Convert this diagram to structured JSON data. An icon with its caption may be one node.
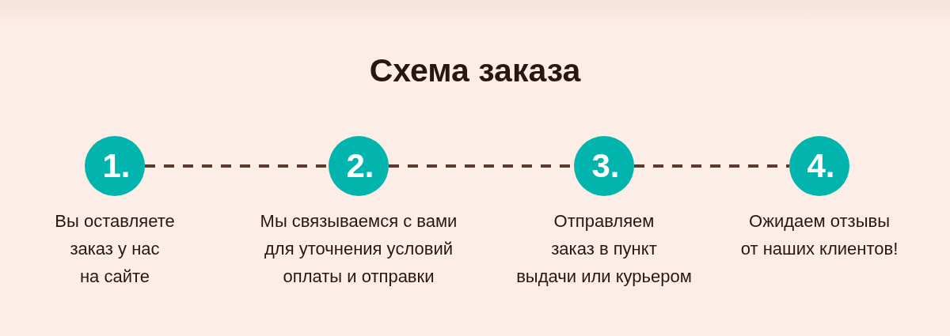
{
  "diagram": {
    "title": "Схема заказа",
    "nodes": [
      {
        "text": [
          "1."
        ],
        "beside": [
          "Вы оставляете заказ у нас на сайте"
        ]
      },
      {
        "text": [
          "2."
        ],
        "beside": [
          "Мы связываемся с вами для уточнения условий оплаты и отправки"
        ]
      },
      {
        "text": [
          "3."
        ],
        "beside": [
          "Отправляем заказ в пункт выдачи или курьером"
        ]
      },
      {
        "text": [
          "4."
        ],
        "beside": [
          "Ожидаем отзывы от наших клиентов!"
        ]
      }
    ],
    "edges": [
      {
        "from": 0,
        "to": 1,
        "arrow": "none",
        "style": "dashed"
      },
      {
        "from": 1,
        "to": 2,
        "arrow": "none",
        "style": "dashed"
      },
      {
        "from": 2,
        "to": 3,
        "arrow": "none",
        "style": "dashed"
      }
    ]
  }
}
